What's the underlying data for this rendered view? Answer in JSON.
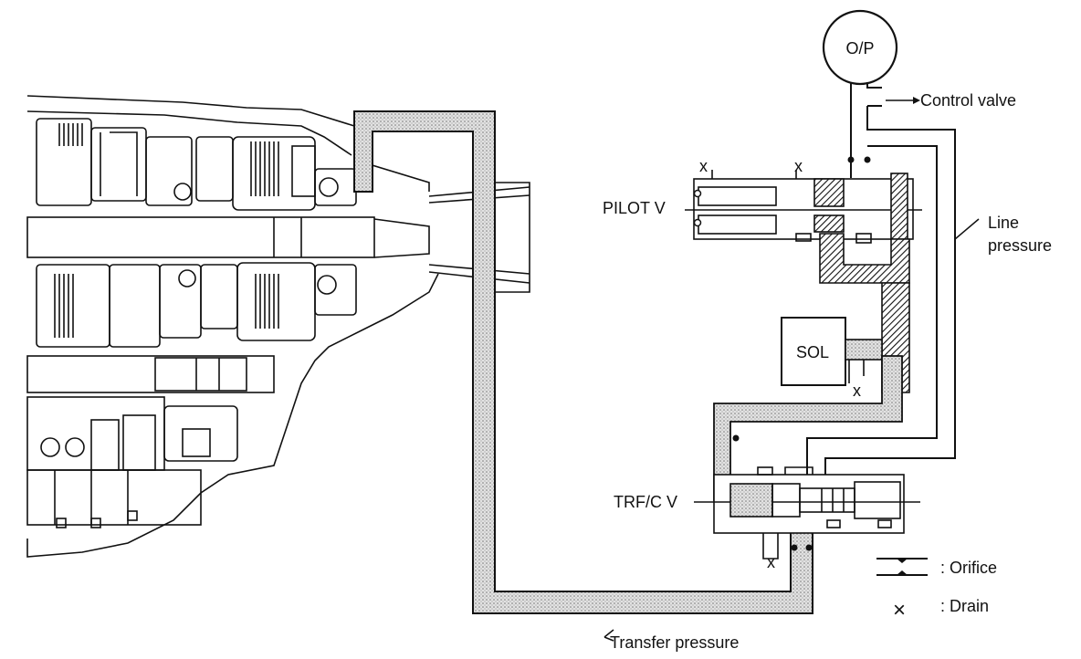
{
  "labels": {
    "oil_pump": "O/P",
    "control_valve": "Control valve",
    "pilot_valve": "PILOT V",
    "line_pressure_1": "Line",
    "line_pressure_2": "pressure",
    "solenoid": "SOL",
    "transfer_control_valve": "TRF/C V",
    "transfer_pressure": "Transfer pressure"
  },
  "legend": {
    "orifice": ": Orifice",
    "drain": ": Drain",
    "drain_symbol": "×"
  },
  "drain_marks": [
    "x",
    "x",
    "x",
    "x"
  ],
  "colors": {
    "line": "#111111",
    "passage_fill": "#d6d6d6",
    "hatch_fill": "#555555",
    "background": "#ffffff"
  }
}
